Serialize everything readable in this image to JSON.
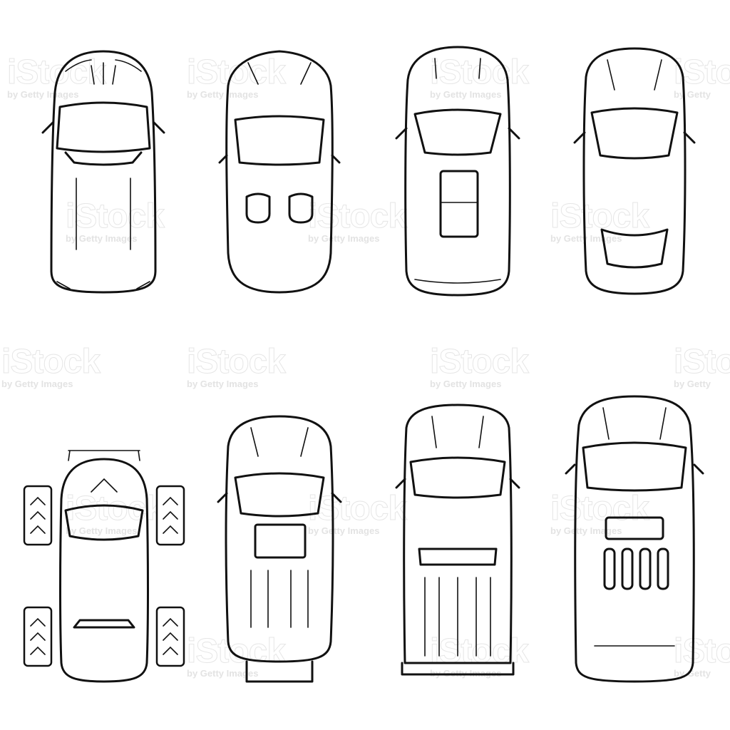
{
  "watermark": {
    "brand": "iStock",
    "byline": "by Getty Images",
    "byline_short": "by Getty"
  },
  "vehicles": [
    {
      "name": "hatchback"
    },
    {
      "name": "convertible"
    },
    {
      "name": "sedan-sunroof"
    },
    {
      "name": "coupe"
    },
    {
      "name": "monster-truck"
    },
    {
      "name": "suv"
    },
    {
      "name": "pickup"
    },
    {
      "name": "van"
    }
  ]
}
